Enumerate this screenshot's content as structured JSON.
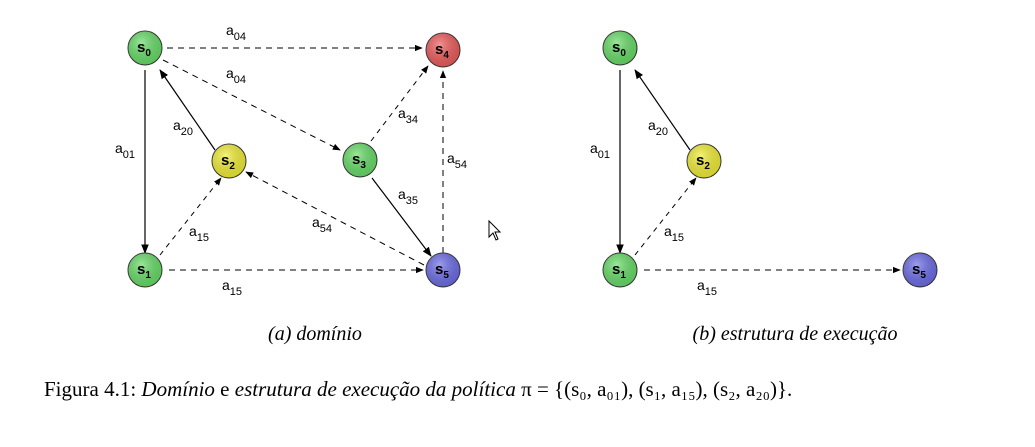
{
  "nodes": {
    "s0": {
      "letter": "s",
      "index": "0",
      "color": "#66dd66"
    },
    "s1": {
      "letter": "s",
      "index": "1",
      "color": "#66dd66"
    },
    "s2": {
      "letter": "s",
      "index": "2",
      "color": "#f2ee33"
    },
    "s3": {
      "letter": "s",
      "index": "3",
      "color": "#66dd66"
    },
    "s4": {
      "letter": "s",
      "index": "4",
      "color": "#ee5a5a"
    },
    "s5": {
      "letter": "s",
      "index": "5",
      "color": "#6b6be8"
    }
  },
  "edges": {
    "a01": {
      "letter": "a",
      "index": "01",
      "style": "solid"
    },
    "a04_top": {
      "letter": "a",
      "index": "04",
      "style": "dashed"
    },
    "a04_diag": {
      "letter": "a",
      "index": "04",
      "style": "dashed"
    },
    "a20": {
      "letter": "a",
      "index": "20",
      "style": "solid"
    },
    "a15_up": {
      "letter": "a",
      "index": "15",
      "style": "dashed"
    },
    "a15_bottom": {
      "letter": "a",
      "index": "15",
      "style": "dashed"
    },
    "a34": {
      "letter": "a",
      "index": "34",
      "style": "dashed"
    },
    "a35": {
      "letter": "a",
      "index": "35",
      "style": "solid"
    },
    "a54_vert": {
      "letter": "a",
      "index": "54",
      "style": "dashed"
    },
    "a54_diag": {
      "letter": "a",
      "index": "54",
      "style": "dashed"
    }
  },
  "subcaptions": {
    "a": "(a) domínio",
    "b": "(b) estrutura de execução"
  },
  "caption": {
    "prefix": "Figura 4.1: ",
    "italic": "Domínio",
    "middle": " e ",
    "italic2": "estrutura de execução da política",
    "formula": " π = {(s₀, a₀₁), (s₁, a₁₅), (s₂, a₂₀)}."
  },
  "colors": {
    "edge": "#000000",
    "node_outline": "#333333"
  }
}
